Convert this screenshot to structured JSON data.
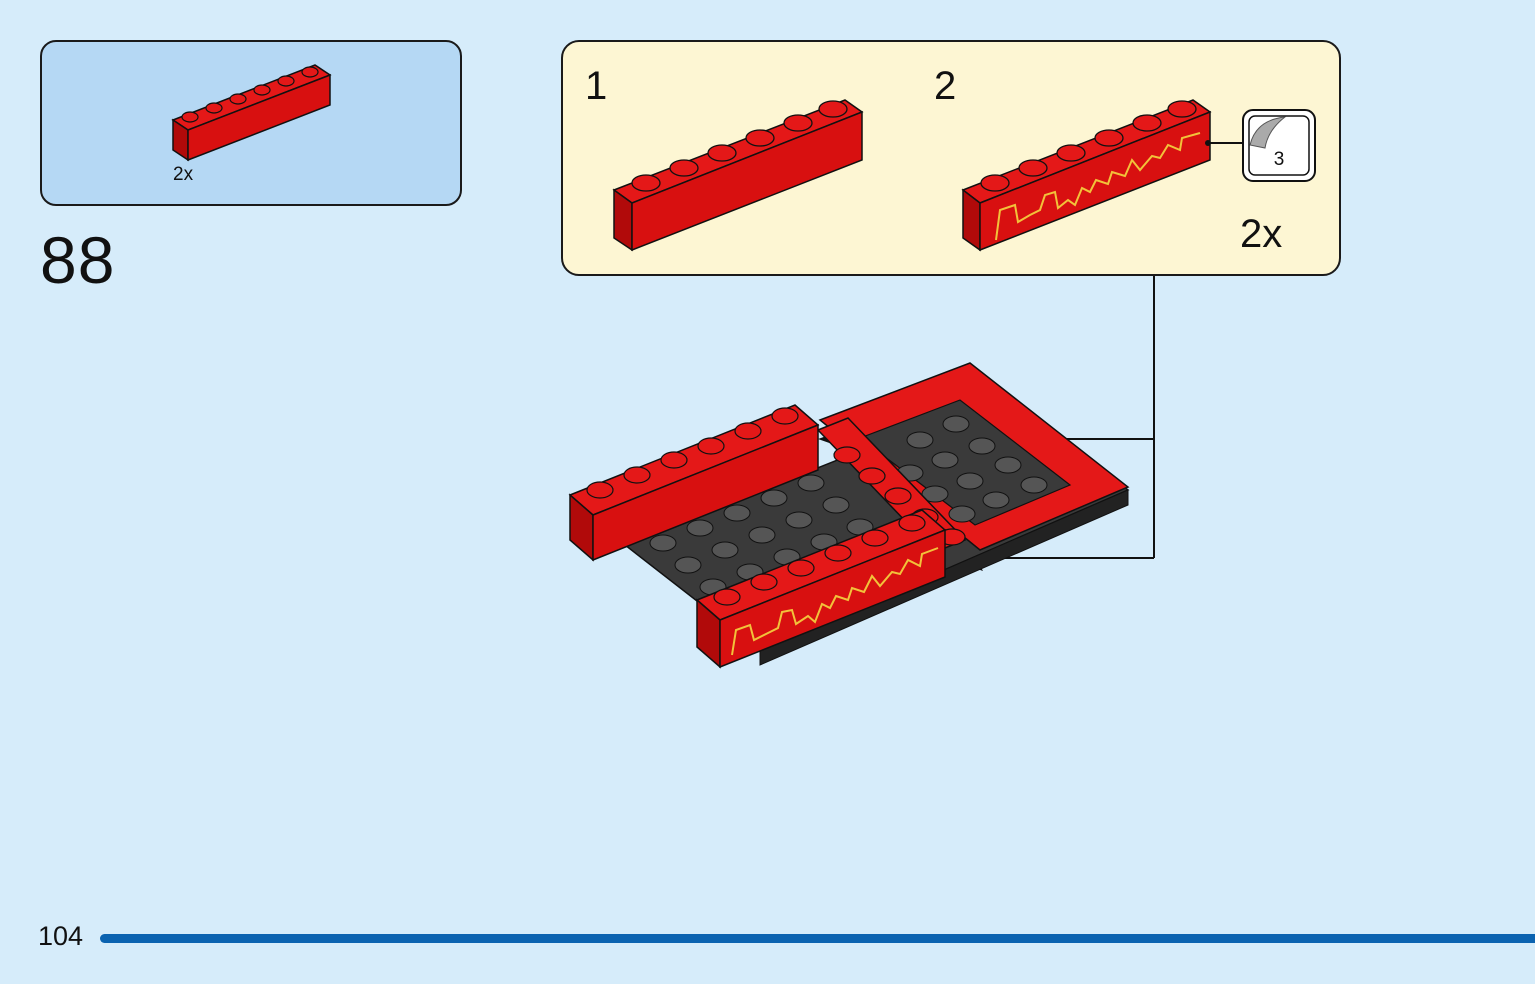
{
  "parts_callout": {
    "quantity": "2x"
  },
  "step": {
    "number": "88"
  },
  "sub_assembly": {
    "step_1": "1",
    "step_2": "2",
    "quantity": "2x",
    "sticker_number": "3"
  },
  "footer": {
    "page_number": "104",
    "progress": 1.0
  },
  "colors": {
    "background": "#d6ecfa",
    "parts_box": "#b5d8f4",
    "sub_box": "#fdf6d3",
    "brick_red": "#dd1010",
    "plate_dark": "#3a3a3a",
    "progress": "#0b63b0"
  }
}
